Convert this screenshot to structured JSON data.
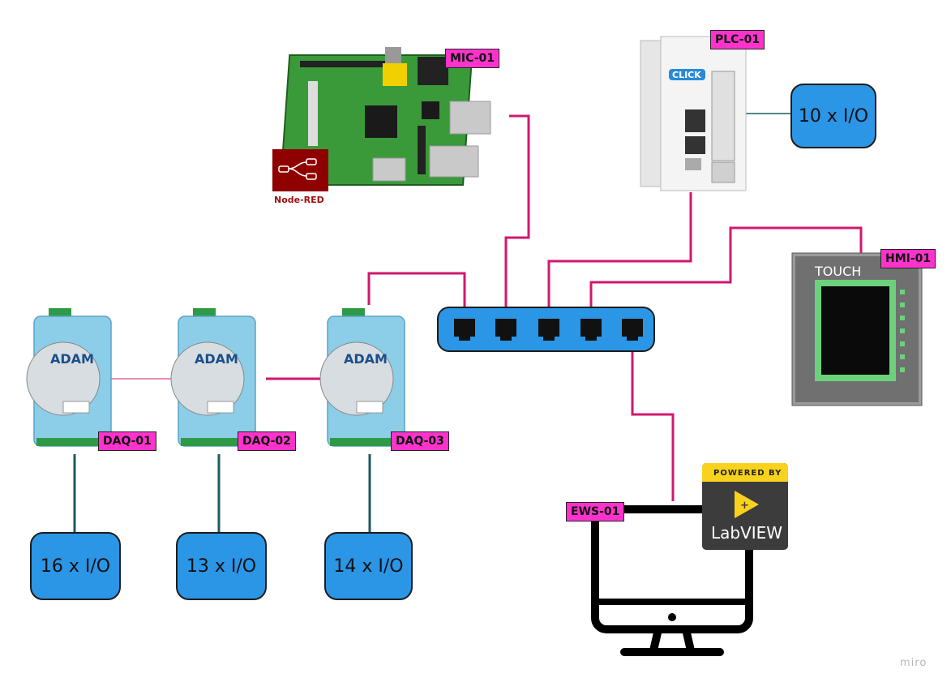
{
  "devices": {
    "mic": {
      "tag": "MIC-01",
      "software": "Node-RED"
    },
    "plc": {
      "tag": "PLC-01",
      "brand": "CLICK"
    },
    "hmi": {
      "tag": "HMI-01",
      "screen_text": "TOUCH"
    },
    "daq1": {
      "tag": "DAQ-01",
      "brand": "ADAM"
    },
    "daq2": {
      "tag": "DAQ-02",
      "brand": "ADAM"
    },
    "daq3": {
      "tag": "DAQ-03",
      "brand": "ADAM"
    },
    "ews": {
      "tag": "EWS-01"
    }
  },
  "labview": {
    "top": "POWERED BY",
    "name": "LabVIEW"
  },
  "io_boxes": {
    "plc": "10 x I/O",
    "daq1": "16 x I/O",
    "daq2": "13 x I/O",
    "daq3": "14 x I/O"
  },
  "watermark": "miro",
  "colors": {
    "link": "#d0186e",
    "switch": "#2b95e6",
    "io_box": "#2b95e6",
    "tag": "#ff33cc",
    "io_link": "#1f5a5a"
  }
}
